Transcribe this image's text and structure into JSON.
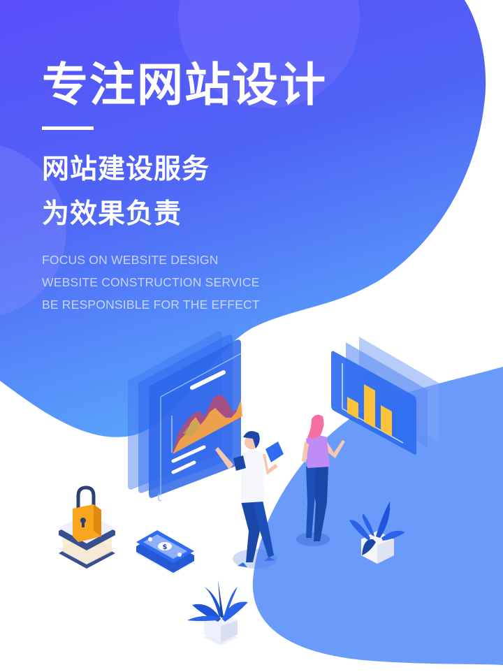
{
  "poster": {
    "title": "专注网站设计",
    "subtitle_lines": [
      "网站建设服务",
      "为效果负责"
    ],
    "english_lines": [
      "FOCUS ON WEBSITE DESIGN",
      "WEBSITE CONSTRUCTION SERVICE",
      "BE RESPONSIBLE FOR THE EFFECT"
    ]
  },
  "colors": {
    "gradient_top": "#5a4ffb",
    "gradient_bottom": "#5aa6fb",
    "lower_blob": "#6a9bfb",
    "panel_blue": "#2f6cf0",
    "bar_yellow": "#fbc338",
    "lock_orange": "#f9a51e",
    "navy": "#1b47a8",
    "shirt_purple": "#c08bf5",
    "hair_pink": "#f66fa0"
  },
  "illustration": {
    "icons": [
      "area-chart-panel",
      "bar-chart-panel",
      "man-with-tablet",
      "woman-pointing",
      "padlock-on-server",
      "money-stack",
      "potted-plant"
    ]
  }
}
